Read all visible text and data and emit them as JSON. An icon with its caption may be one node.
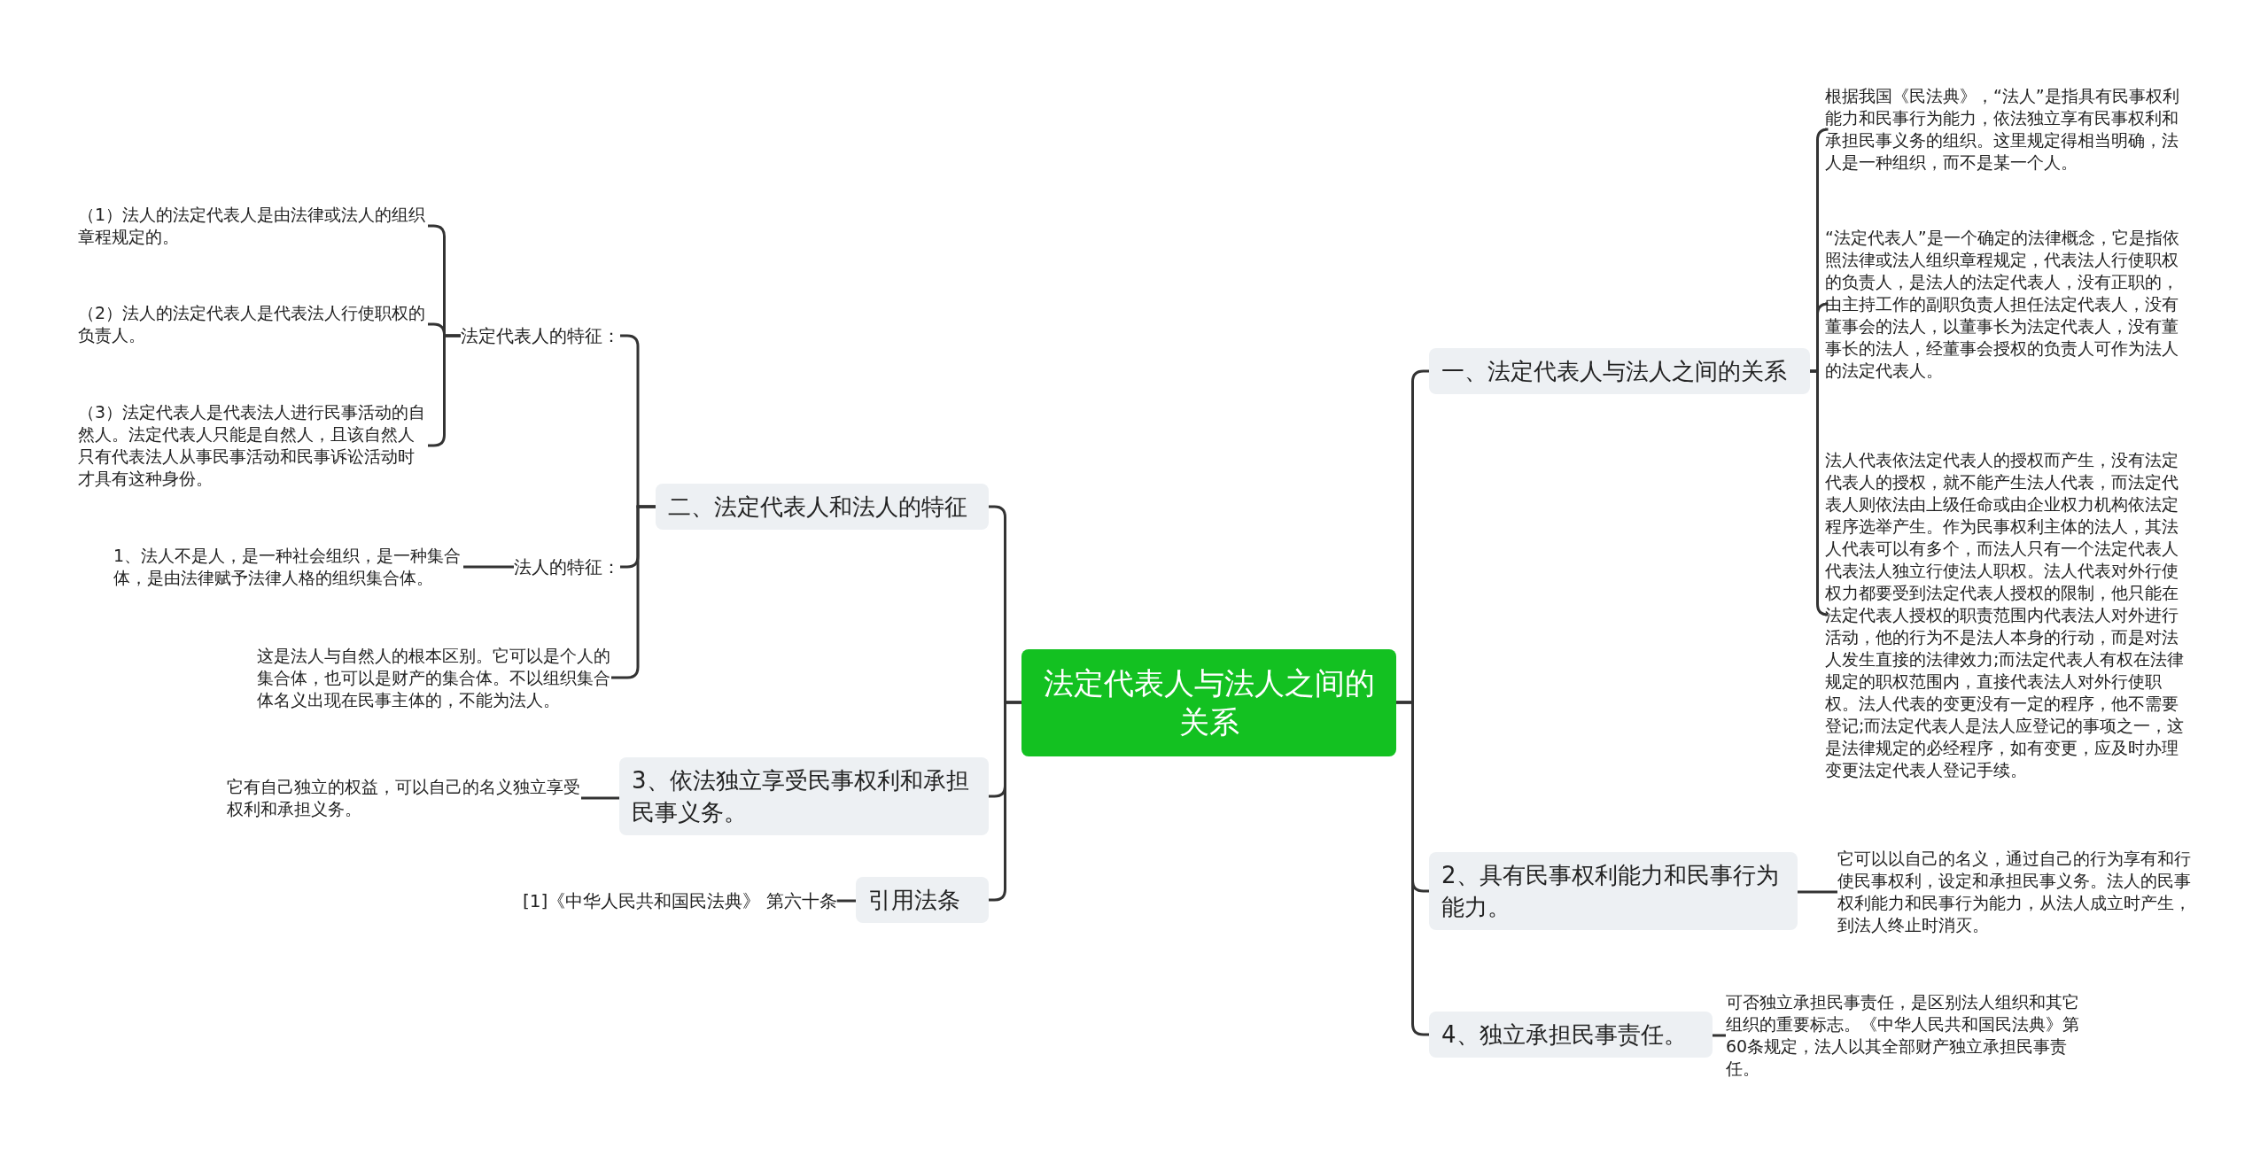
{
  "diagram": {
    "nodes": [
      {
        "text": [
          "法定代表人与法人之间的关系"
        ]
      },
      {
        "text": [
          "一、法定代表人与法人之间的关系"
        ]
      },
      {
        "text": [
          "根据我国《民法典》，“法人”是指具有民事权利能力和民事行为能力，依法独立享有民事权利和承担民事义务的组织。这里规定得相当明确，法人是一种组织，而不是某一个人。"
        ]
      },
      {
        "text": [
          "“法定代表人”是一个确定的法律概念，它是指依照法律或法人组织章程规定，代表法人行使职权的负责人，是法人的法定代表人，没有正职的，由主持工作的副职负责人担任法定代表人，没有董事会的法人，以董事长为法定代表人，没有董事长的法人，经董事会授权的负责人可作为法人的法定代表人。"
        ]
      },
      {
        "text": [
          "法人代表依法定代表人的授权而产生，没有法定代表人的授权，就不能产生法人代表，而法定代表人则依法由上级任命或由企业权力机构依法定程序选举产生。作为民事权利主体的法人，其法人代表可以有多个，而法人只有一个法定代表人代表法人独立行使法人职权。法人代表对外行使权力都要受到法定代表人授权的限制，他只能在法定代表人授权的职责范围内代表法人对外进行活动，他的行为不是法人本身的行动，而是对法人发生直接的法律效力;而法定代表人有权在法律规定的职权范围内，直接代表法人对外行使职权。法人代表的变更没有一定的程序，他不需要登记;而法定代表人是法人应登记的事项之一，这是法律规定的必经程序，如有变更，应及时办理变更法定代表人登记手续。"
        ]
      },
      {
        "text": [
          "2、具有民事权利能力和民事行为能力。"
        ]
      },
      {
        "text": [
          "它可以以自己的名义，通过自己的行为享有和行使民事权利，设定和承担民事义务。法人的民事权利能力和民事行为能力，从法人成立时产生，到法人终止时消灭。"
        ]
      },
      {
        "text": [
          "4、独立承担民事责任。"
        ]
      },
      {
        "text": [
          "可否独立承担民事责任，是区别法人组织和其它组织的重要标志。《中华人民共和国民法典》第60条规定，法人以其全部财产独立承担民事责任。"
        ]
      },
      {
        "text": [
          "二、法定代表人和法人的特征"
        ]
      },
      {
        "text": [
          "法定代表人的特征："
        ]
      },
      {
        "text": [
          "（1）法人的法定代表人是由法律或法人的组织章程规定的。"
        ]
      },
      {
        "text": [
          "（2）法人的法定代表人是代表法人行使职权的负责人。"
        ]
      },
      {
        "text": [
          "（3）法定代表人是代表法人进行民事活动的自然人。法定代表人只能是自然人，且该自然人只有代表法人从事民事活动和民事诉讼活动时才具有这种身份。"
        ]
      },
      {
        "text": [
          "法人的特征："
        ]
      },
      {
        "text": [
          "1、法人不是人，是一种社会组织，是一种集合体，是由法律赋予法律人格的组织集合体。"
        ]
      },
      {
        "text": [
          "这是法人与自然人的根本区别。它可以是个人的集合体，也可以是财产的集合体。不以组织集合体名义出现在民事主体的，不能为法人。"
        ]
      },
      {
        "text": [
          "3、依法独立享受民事权利和承担民事义务。"
        ]
      },
      {
        "text": [
          "它有自己独立的权益，可以自己的名义独立享受权利和承担义务。"
        ]
      },
      {
        "text": [
          "引用法条"
        ]
      },
      {
        "text": [
          "[1]《中华人民共和国民法典》 第六十条"
        ]
      }
    ],
    "edges": [
      {
        "from": 0,
        "to": 1,
        "arrow": "none"
      },
      {
        "from": 1,
        "to": 2,
        "arrow": "none"
      },
      {
        "from": 1,
        "to": 3,
        "arrow": "none"
      },
      {
        "from": 1,
        "to": 4,
        "arrow": "none"
      },
      {
        "from": 0,
        "to": 5,
        "arrow": "none"
      },
      {
        "from": 5,
        "to": 6,
        "arrow": "none"
      },
      {
        "from": 0,
        "to": 7,
        "arrow": "none"
      },
      {
        "from": 7,
        "to": 8,
        "arrow": "none"
      },
      {
        "from": 0,
        "to": 9,
        "arrow": "none"
      },
      {
        "from": 9,
        "to": 10,
        "arrow": "none"
      },
      {
        "from": 10,
        "to": 11,
        "arrow": "none"
      },
      {
        "from": 10,
        "to": 12,
        "arrow": "none"
      },
      {
        "from": 10,
        "to": 13,
        "arrow": "none"
      },
      {
        "from": 9,
        "to": 14,
        "arrow": "none"
      },
      {
        "from": 14,
        "to": 15,
        "arrow": "none"
      },
      {
        "from": 9,
        "to": 16,
        "arrow": "none"
      },
      {
        "from": 0,
        "to": 17,
        "arrow": "none"
      },
      {
        "from": 17,
        "to": 18,
        "arrow": "none"
      },
      {
        "from": 0,
        "to": 19,
        "arrow": "none"
      },
      {
        "from": 19,
        "to": 20,
        "arrow": "none"
      }
    ]
  }
}
